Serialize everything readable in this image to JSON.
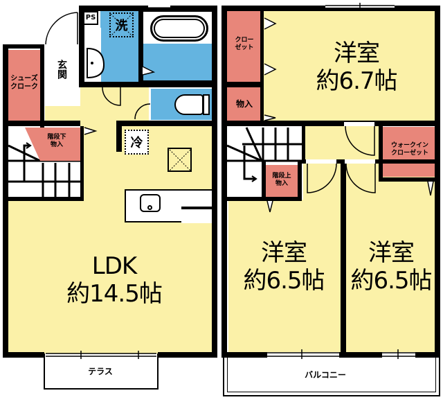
{
  "floor1": {
    "ldk": {
      "name": "LDK",
      "area": "約14.5帖"
    },
    "entrance": {
      "label": "玄関"
    },
    "shoe_closet": {
      "label": "シューズ\nクローク"
    },
    "under_stairs_storage": {
      "label": "階段下\n物入"
    },
    "ps": {
      "label": "PS"
    },
    "washer": {
      "label": "洗"
    },
    "fridge": {
      "label": "冷"
    },
    "terrace": {
      "label": "テラス"
    }
  },
  "floor2": {
    "room_a": {
      "name": "洋室",
      "area": "約6.7帖"
    },
    "room_b": {
      "name": "洋室",
      "area": "約6.5帖"
    },
    "room_c": {
      "name": "洋室",
      "area": "約6.5帖"
    },
    "closet": {
      "label": "クロー\nゼット"
    },
    "storage": {
      "label": "物入"
    },
    "walk_in_closet": {
      "label": "ウォークイン\nクローゼット"
    },
    "upper_stairs_storage": {
      "label": "階段上\n物入"
    },
    "balcony": {
      "label": "バルコニー"
    }
  },
  "colors": {
    "room": "#fbf1a8",
    "wet_area": "#64b4e0",
    "storage": "#e8867a",
    "wall": "#000000"
  }
}
